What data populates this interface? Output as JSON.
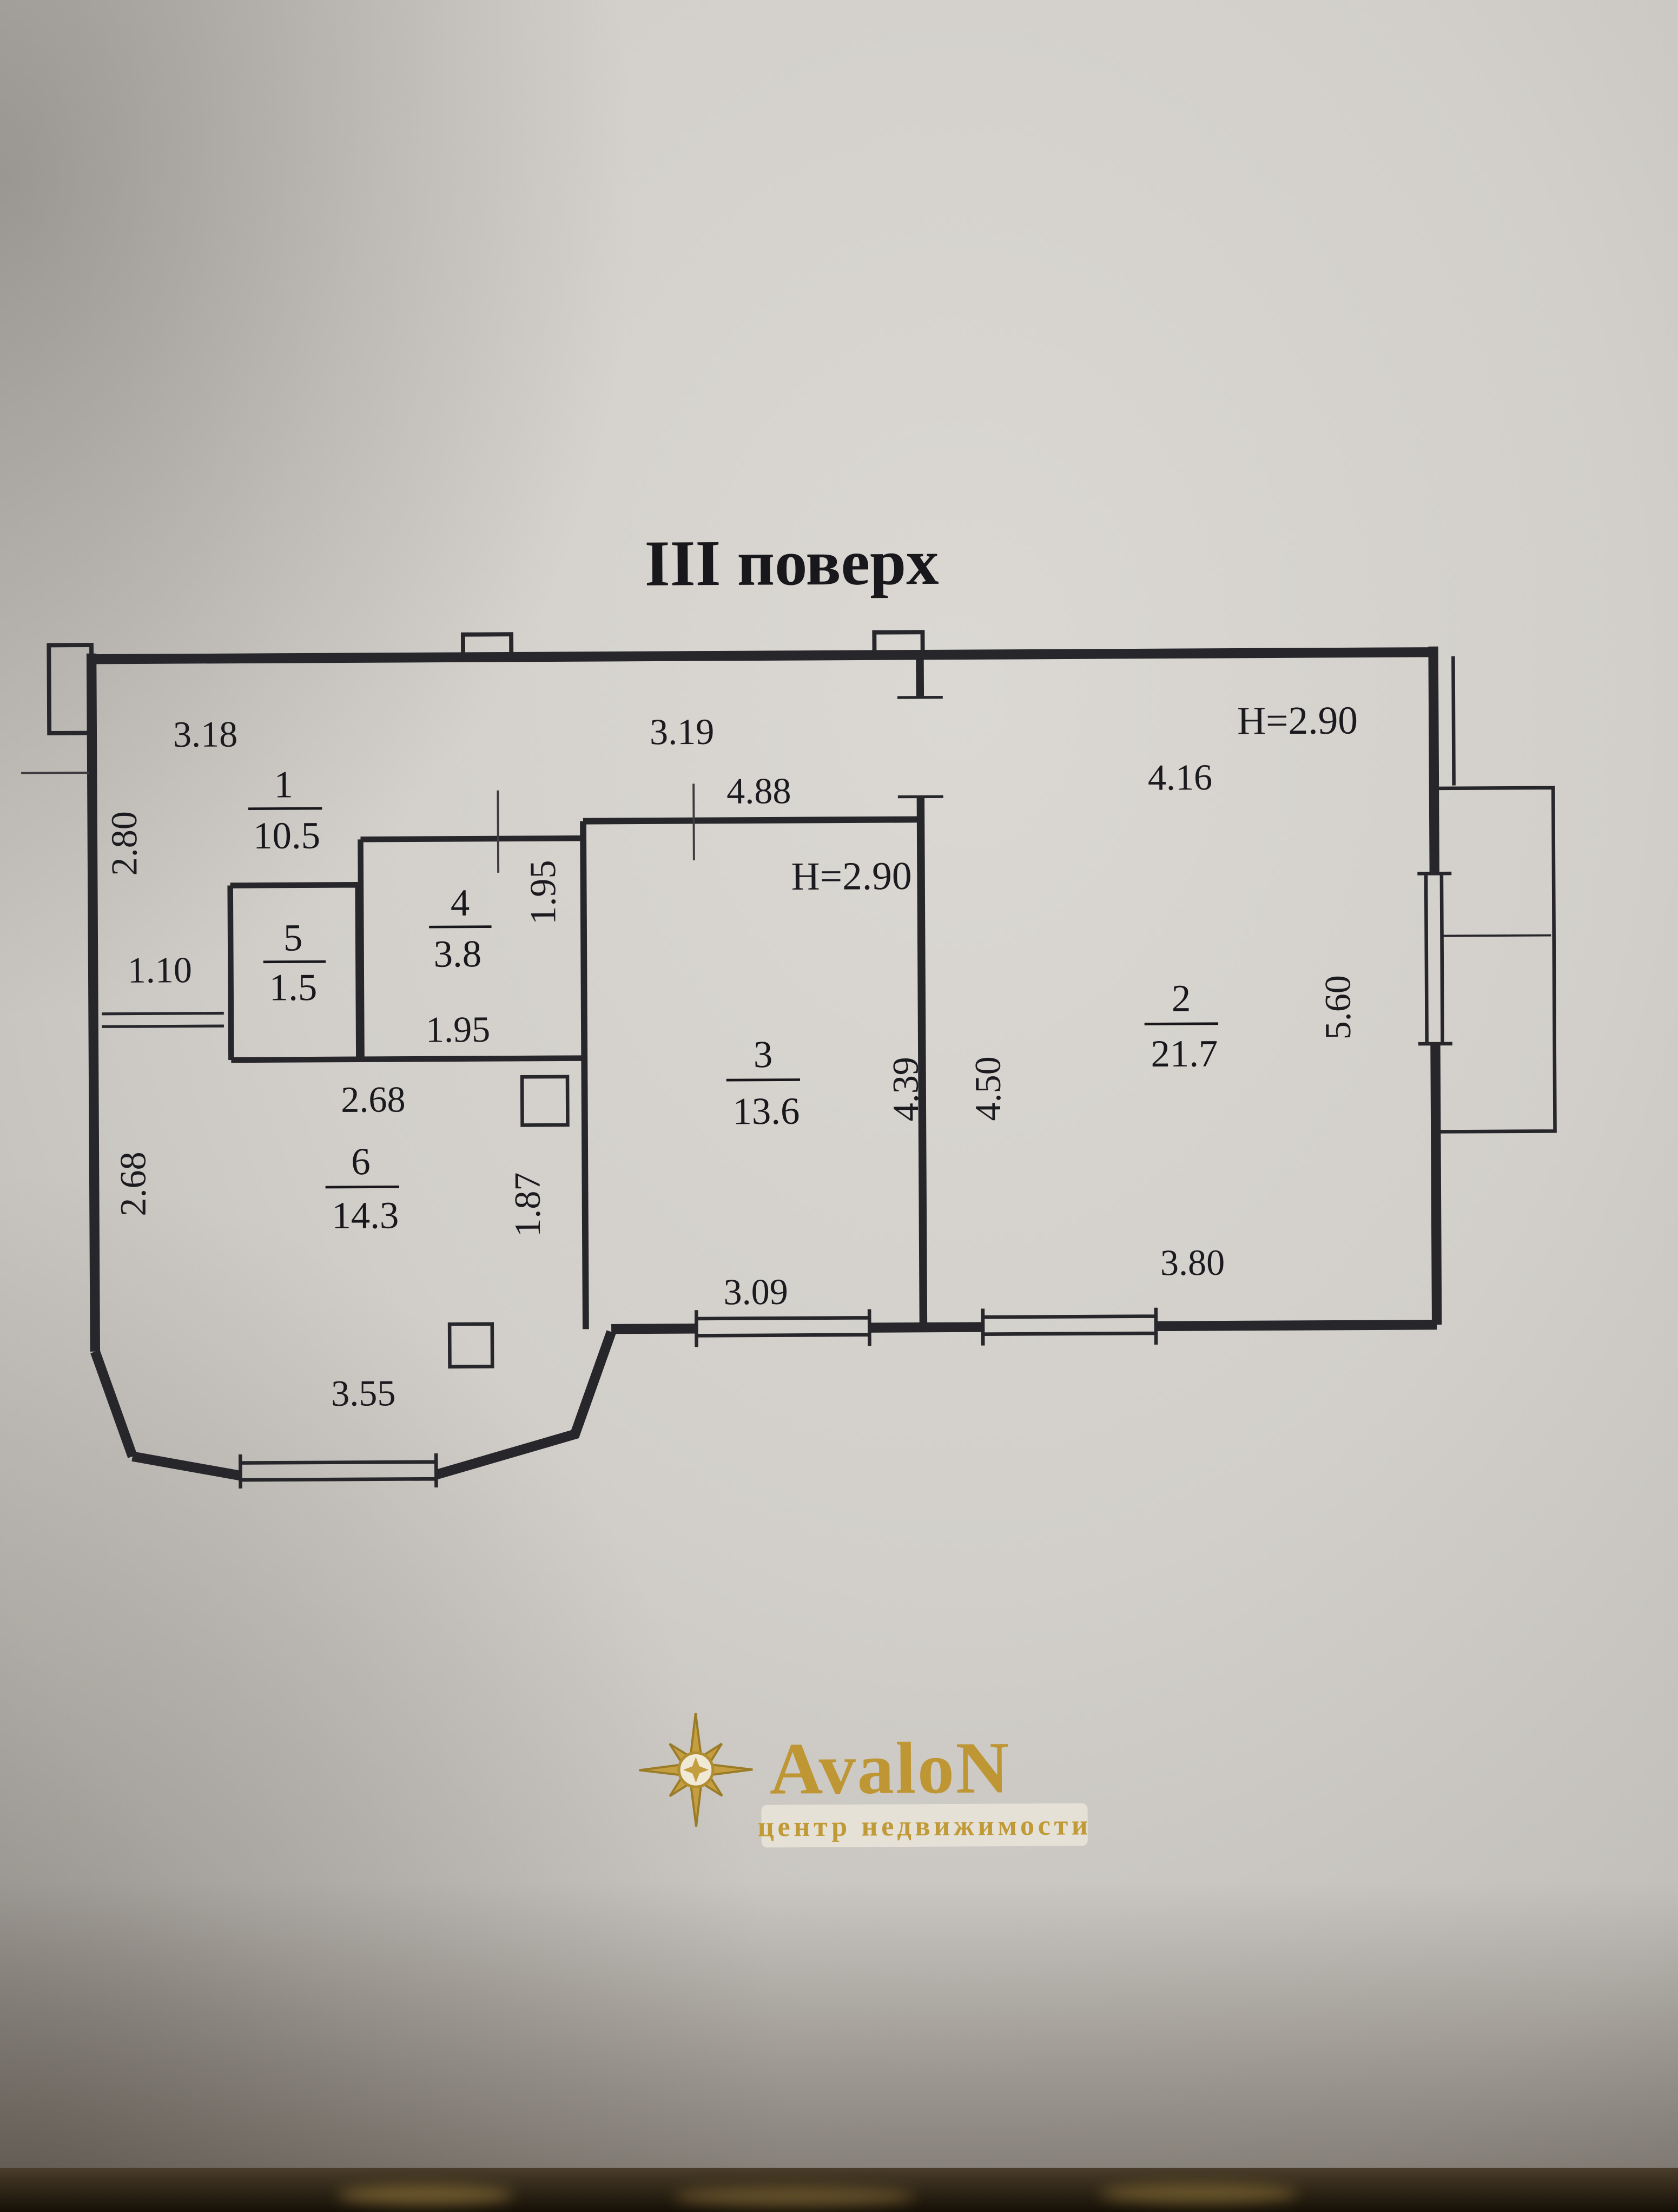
{
  "title": "III поверх",
  "rooms": {
    "r1": {
      "number": "1",
      "area": "10.5"
    },
    "r2": {
      "number": "2",
      "area": "21.7"
    },
    "r3": {
      "number": "3",
      "area": "13.6"
    },
    "r4": {
      "number": "4",
      "area": "3.8"
    },
    "r5": {
      "number": "5",
      "area": "1.5"
    },
    "r6": {
      "number": "6",
      "area": "14.3"
    }
  },
  "heights": {
    "room2": "H=2.90",
    "room3": "H=2.90"
  },
  "dims": {
    "top_left": "3.18",
    "top_mid": "3.19",
    "hall_width": "4.88",
    "room2_top": "4.16",
    "left_upper": "2.80",
    "room4_right": "1.95",
    "room4_bottom": "1.95",
    "corridor": "1.10",
    "room6_top": "2.68",
    "room6_left": "2.68",
    "room3_right": "4.39",
    "room2_left": "4.50",
    "room2_right": "5.60",
    "room6_right": "1.87",
    "room3_bottom": "3.09",
    "room2_bottom": "3.80",
    "room6_bottom": "3.55"
  },
  "logo": {
    "brand": "AvaloN",
    "tagline": "центр недвижимости"
  },
  "colors": {
    "line": "#26262b",
    "paper": "#d3d0cb",
    "gold": "#c09a3a"
  }
}
